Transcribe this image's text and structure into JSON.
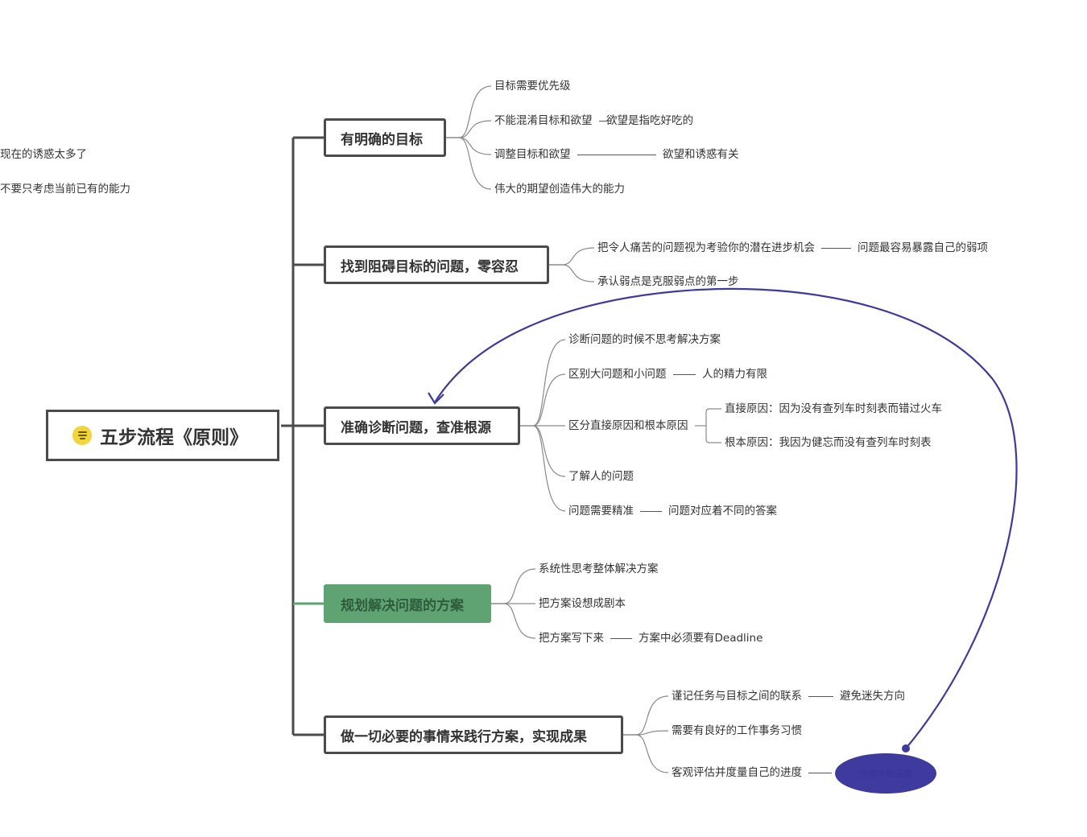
{
  "root": {
    "title": "五步流程《原则》",
    "icon": "note-icon"
  },
  "branches": [
    {
      "label": "有明确的目标",
      "items": [
        {
          "text": "目标需要优先级",
          "chain": []
        },
        {
          "text": "不能混淆目标和欲望",
          "chain": [
            "欲望是指吃好吃的"
          ]
        },
        {
          "text": "调整目标和欲望",
          "chain": [
            "欲望和诱惑有关",
            "现在的诱惑太多了"
          ]
        },
        {
          "text": "伟大的期望创造伟大的能力",
          "chain": [
            "不要只考虑当前已有的能力"
          ]
        }
      ]
    },
    {
      "label": "找到阻碍目标的问题，零容忍",
      "items": [
        {
          "text": "把令人痛苦的问题视为考验你的潜在进步机会",
          "chain": [
            "问题最容易暴露自己的弱项"
          ]
        },
        {
          "text": "承认弱点是克服弱点的第一步",
          "chain": []
        }
      ]
    },
    {
      "label": "准确诊断问题，查准根源",
      "items": [
        {
          "text": "诊断问题的时候不思考解决方案",
          "chain": []
        },
        {
          "text": "区别大问题和小问题",
          "chain": [
            "人的精力有限"
          ]
        },
        {
          "text": "区分直接原因和根本原因",
          "chain": [],
          "children": [
            "直接原因：因为没有查列车时刻表而错过火车",
            "根本原因：我因为健忘而没有查列车时刻表"
          ]
        },
        {
          "text": "了解人的问题",
          "chain": []
        },
        {
          "text": "问题需要精准",
          "chain": [
            "问题对应着不同的答案"
          ]
        }
      ]
    },
    {
      "label": "规划解决问题的方案",
      "items": [
        {
          "text": "系统性思考整体解决方案",
          "chain": []
        },
        {
          "text": "把方案设想成剧本",
          "chain": []
        },
        {
          "text": "把方案写下来",
          "chain": [
            "方案中必须要有Deadline"
          ]
        }
      ]
    },
    {
      "label": "做一切必要的事情来践行方案，实现成果",
      "items": [
        {
          "text": "谨记任务与目标之间的联系",
          "chain": [
            "避免迷失方向"
          ]
        },
        {
          "text": "需要有良好的工作事务习惯",
          "chain": []
        },
        {
          "text": "客观评估并度量自己的进度",
          "chain": []
        }
      ]
    }
  ],
  "feedback_tag": "反馈不断调整",
  "colors": {
    "line": "#4b4b4b",
    "leaf_line": "#8a8a8a",
    "highlight": "#5ea371",
    "loop_arrow": "#3e3a9e"
  }
}
